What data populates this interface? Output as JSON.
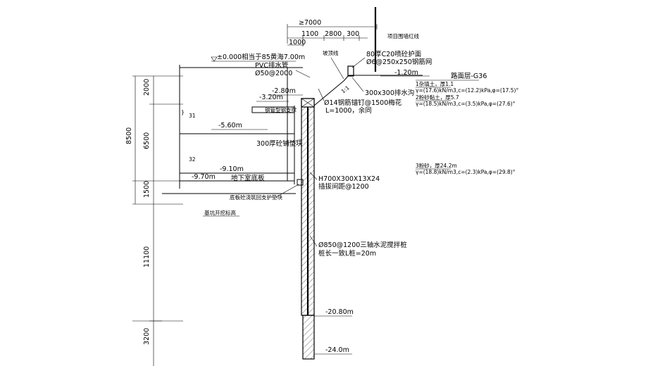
{
  "dims_top": {
    "overall": "≥7000",
    "segments": [
      "1100",
      "2800",
      "300"
    ],
    "small": "1000"
  },
  "dims_left": [
    "2000",
    "6500",
    "1500",
    "11100",
    "3200"
  ],
  "dim_left_total": "8500",
  "levels": {
    "ground": "±0.000相当于85黄海7.00m",
    "l1": "-2.80m",
    "l2": "-3.20m",
    "l3": "-5.60m",
    "l4": "-9.10m",
    "l5": "-9.70m",
    "toe": "-20.80m",
    "bottom": "-24.0m",
    "slope_top": "-1.20m"
  },
  "labels": {
    "pvc": "PVC排水管",
    "pvc_spec": "Ø50@2000",
    "fence": "项目围墙红线",
    "c20": "80厚C20喷砼护面",
    "steel_mesh": "Ø6@250x250钢筋网",
    "slope_mark": "坡顶线",
    "ditch": "300x300排水沟",
    "anchor": "Ø14钢筋锚钉@1500梅花",
    "anchor_len": "L=1000，余同",
    "slope_ratio": "1:1",
    "strut": "钢管型钢支撑",
    "capping": "300厚砼铺垫块",
    "hbeam": "H700X300X13X24",
    "hbeam_spacing": "插拔间距@1200",
    "basement_floor": "地下室底板",
    "bottom_pad": "底板砼浇筑回支护垫块",
    "pit_bottom": "基坑开挖标高",
    "smw": "Ø850@1200三轴水泥搅拌桩",
    "smw_len": "桩长一致L桩=20m",
    "floor_31": "31",
    "floor_32": "32",
    "road": "路面层-G36"
  },
  "soils": {
    "s1_title": "1杂填土，厚1.1",
    "s1_params": "γ=(17.6)kN/m3,c=(12.2)kPa,φ=(17.5)°",
    "s2_title": "2粉砂黏土，厚5.7",
    "s2_params": "γ=(18.5)kN/m3,c=(3.5)kPa,φ=(27.6)°",
    "s3_title": "3粉砂，厚24.2m",
    "s3_params": "γ=(18.8)kN/m3,c=(2.3)kPa,φ=(29.8)°"
  }
}
